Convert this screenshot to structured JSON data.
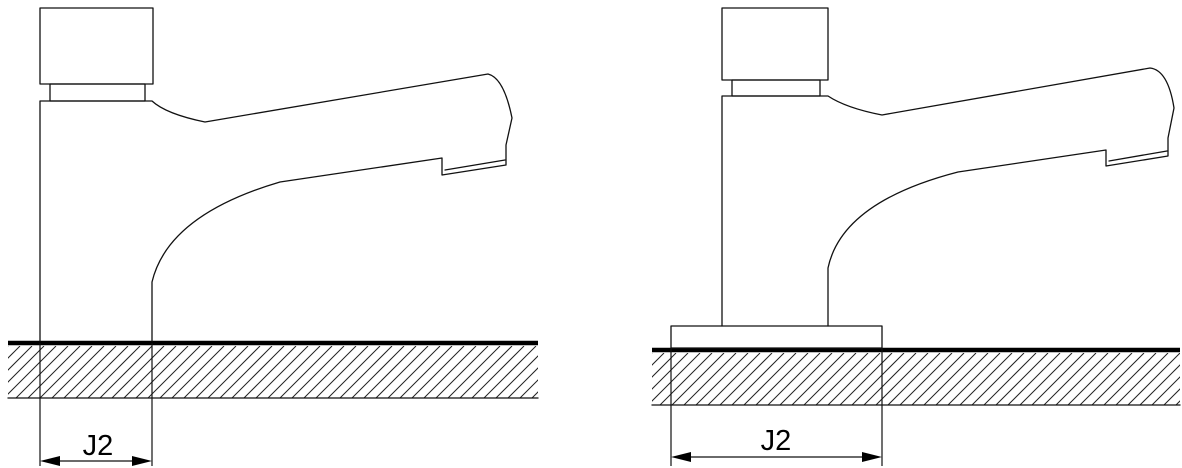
{
  "figures": [
    {
      "id": "direct-mount",
      "dimension_label": "J2"
    },
    {
      "id": "base-mount",
      "dimension_label": "J2"
    }
  ],
  "colors": {
    "line": "#111111",
    "floor": "#000000",
    "background": "#ffffff"
  }
}
